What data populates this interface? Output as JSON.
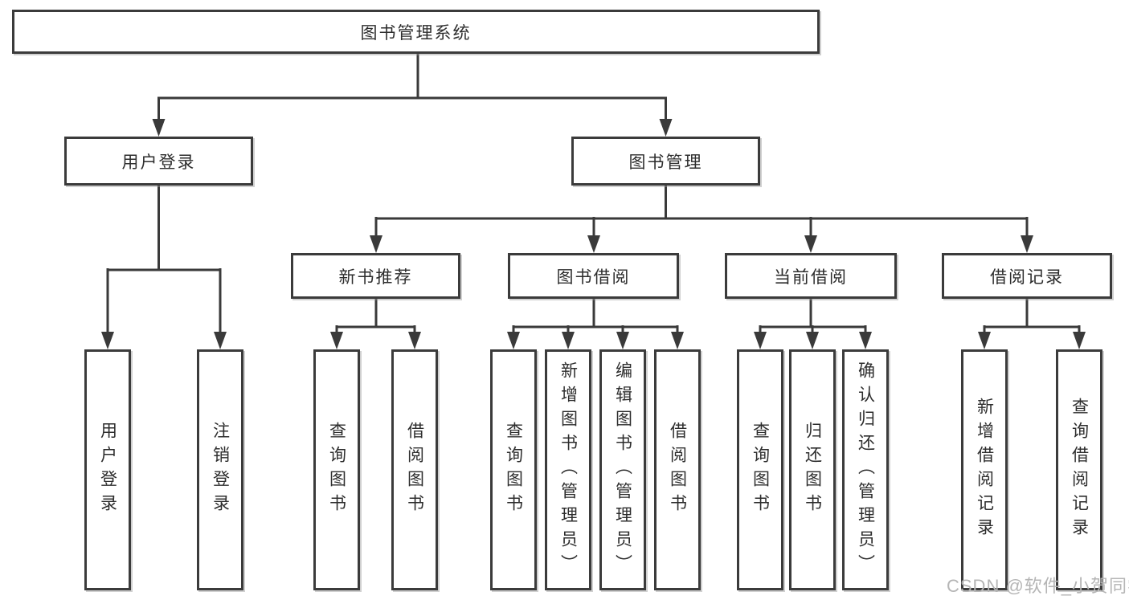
{
  "diagram": {
    "root": {
      "label": "图书管理系统"
    },
    "level2": [
      {
        "label": "用户登录"
      },
      {
        "label": "图书管理"
      }
    ],
    "level3": [
      {
        "label": "新书推荐"
      },
      {
        "label": "图书借阅"
      },
      {
        "label": "当前借阅"
      },
      {
        "label": "借阅记录"
      }
    ],
    "leaves": {
      "user_login": [
        "用户登录",
        "注销登录"
      ],
      "new_book": [
        "查询图书",
        "借阅图书"
      ],
      "book_borrow": [
        "查询图书",
        "新增图书（管理员）",
        "编辑图书（管理员）",
        "借阅图书"
      ],
      "current_borrow": [
        "查询图书",
        "归还图书",
        "确认归还（管理员）"
      ],
      "borrow_record": [
        "新增借阅记录",
        "查询借阅记录"
      ]
    },
    "watermark": "CSDN @软件_小贺同学",
    "colors": {
      "line": "#3a3a3a",
      "border": "#3b3b3b",
      "text": "#2d2d2d",
      "watermark": "#b5b5b5",
      "background": "#ffffff"
    }
  }
}
